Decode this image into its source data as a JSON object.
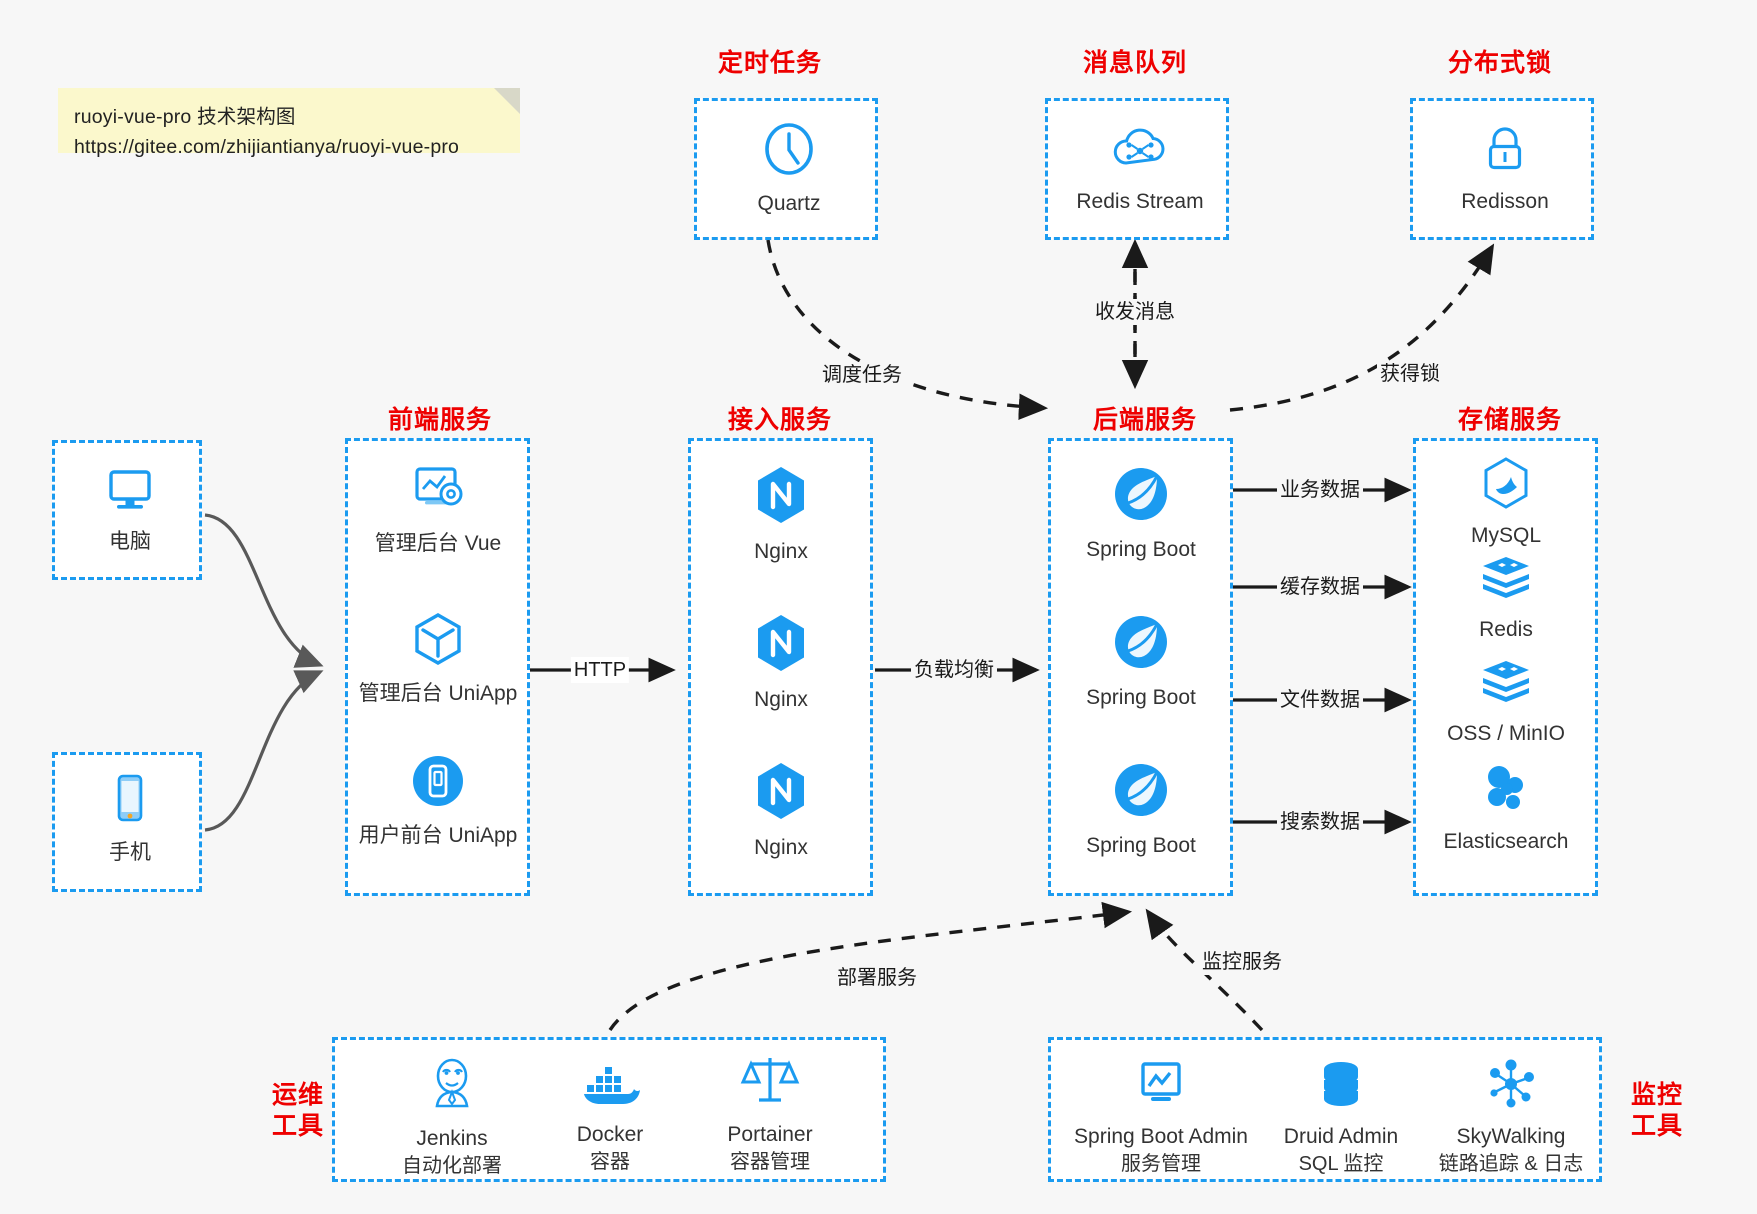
{
  "note": {
    "line1": "ruoyi-vue-pro 技术架构图",
    "line2": "https://gitee.com/zhijiantianya/ruoyi-vue-pro"
  },
  "colors": {
    "accent": "#1b9bf0",
    "title": "#ee0000",
    "background": "#f7f7f7",
    "note_bg": "#fbf8cc",
    "arrow": "#1a1a1a",
    "client_arrow": "#595959"
  },
  "groups": {
    "scheduler": {
      "title": "定时任务",
      "items": [
        {
          "label": "Quartz",
          "icon": "clock-icon"
        }
      ]
    },
    "mq": {
      "title": "消息队列",
      "items": [
        {
          "label": "Redis Stream",
          "icon": "cloud-stream-icon"
        }
      ]
    },
    "lock": {
      "title": "分布式锁",
      "items": [
        {
          "label": "Redisson",
          "icon": "padlock-icon"
        }
      ]
    },
    "clients": {
      "pc": {
        "label": "电脑",
        "icon": "desktop-icon"
      },
      "mobile": {
        "label": "手机",
        "icon": "phone-icon"
      }
    },
    "frontend": {
      "title": "前端服务",
      "items": [
        {
          "label": "管理后台 Vue",
          "icon": "dashboard-gear-icon"
        },
        {
          "label": "管理后台 UniApp",
          "icon": "cube-icon"
        },
        {
          "label": "用户前台 UniApp",
          "icon": "mobile-circle-icon"
        }
      ]
    },
    "gateway": {
      "title": "接入服务",
      "items": [
        {
          "label": "Nginx",
          "icon": "nginx-icon"
        },
        {
          "label": "Nginx",
          "icon": "nginx-icon"
        },
        {
          "label": "Nginx",
          "icon": "nginx-icon"
        }
      ]
    },
    "backend": {
      "title": "后端服务",
      "items": [
        {
          "label": "Spring Boot",
          "icon": "spring-leaf-icon"
        },
        {
          "label": "Spring Boot",
          "icon": "spring-leaf-icon"
        },
        {
          "label": "Spring Boot",
          "icon": "spring-leaf-icon"
        }
      ]
    },
    "storage": {
      "title": "存储服务",
      "items": [
        {
          "label": "MySQL",
          "icon": "mysql-dolphin-icon"
        },
        {
          "label": "Redis",
          "icon": "redis-stack-icon"
        },
        {
          "label": "OSS / MinIO",
          "icon": "redis-stack-icon"
        },
        {
          "label": "Elasticsearch",
          "icon": "elasticsearch-icon"
        }
      ]
    },
    "devops": {
      "title_line1": "运维",
      "title_line2": "工具",
      "items": [
        {
          "label": "Jenkins",
          "sub": "自动化部署",
          "icon": "jenkins-butler-icon"
        },
        {
          "label": "Docker",
          "sub": "容器",
          "icon": "docker-whale-icon"
        },
        {
          "label": "Portainer",
          "sub": "容器管理",
          "icon": "portainer-scale-icon"
        }
      ]
    },
    "monitor": {
      "title_line1": "监控",
      "title_line2": "工具",
      "items": [
        {
          "label": "Spring Boot Admin",
          "sub": "服务管理",
          "icon": "monitor-chart-icon"
        },
        {
          "label": "Druid Admin",
          "sub": "SQL 监控",
          "icon": "database-icon"
        },
        {
          "label": "SkyWalking",
          "sub": "链路追踪 & 日志",
          "icon": "skywalking-node-icon"
        }
      ]
    }
  },
  "edges": {
    "schedule_task": "调度任务",
    "send_receive_message": "收发消息",
    "acquire_lock": "获得锁",
    "http": "HTTP",
    "load_balance": "负载均衡",
    "business_data": "业务数据",
    "cache_data": "缓存数据",
    "file_data": "文件数据",
    "search_data": "搜索数据",
    "deploy_service": "部署服务",
    "monitor_service": "监控服务"
  }
}
